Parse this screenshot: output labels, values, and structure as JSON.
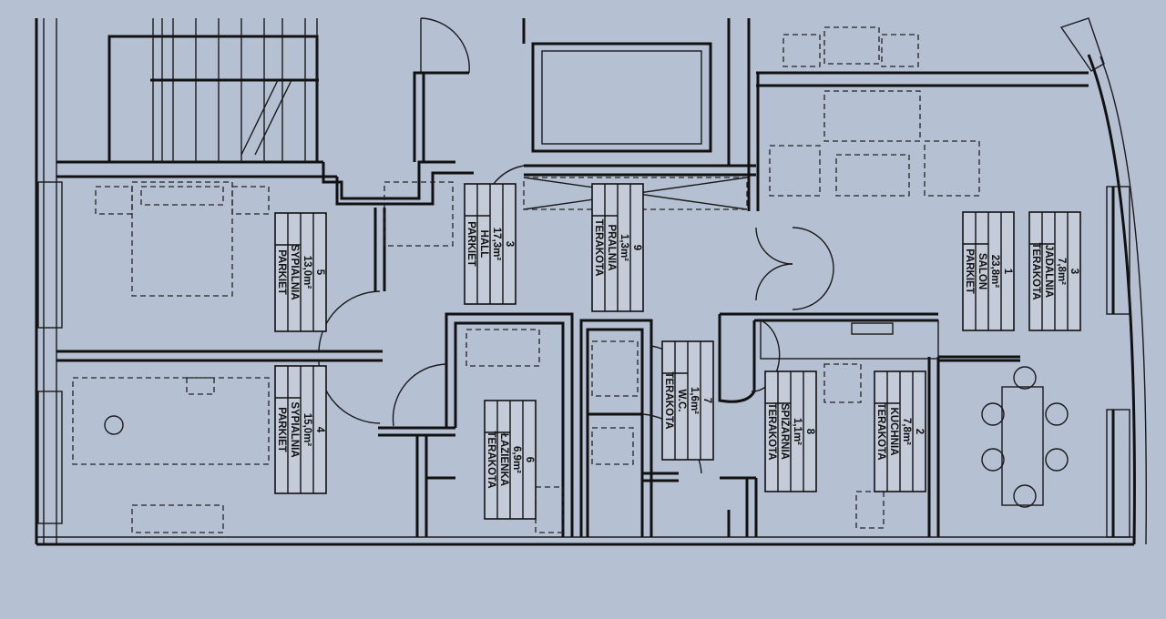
{
  "rooms": [
    {
      "number": "5",
      "area": "13,0m²",
      "name": "SYPIALNIA",
      "floor": "PARKIET"
    },
    {
      "number": "4",
      "area": "15,0m²",
      "name": "SYPIALNIA",
      "floor": "PARKIET"
    },
    {
      "number": "3",
      "area": "17,3m²",
      "name": "HALL",
      "floor": "PARKIET"
    },
    {
      "number": "9",
      "area": "1,3m²",
      "name": "PRALNIA",
      "floor": "TERAKOTA"
    },
    {
      "number": "6",
      "area": "6,9m²",
      "name": "ŁAZIENKA",
      "floor": "TERAKOTA"
    },
    {
      "number": "7",
      "area": "1,6m²",
      "name": "W.C.",
      "floor": "TERAKOTA"
    },
    {
      "number": "8",
      "area": "1,1m²",
      "name": "SPIŻARNIA",
      "floor": "TERAKOTA"
    },
    {
      "number": "2",
      "area": "7,8m²",
      "name": "KUCHNIA",
      "floor": "TERAKOTA"
    },
    {
      "number": "1",
      "area": "23,8m²",
      "name": "SALON",
      "floor": "PARKIET"
    },
    {
      "number": "3",
      "area": "7,8m²",
      "name": "JADALNIA",
      "floor": "TERAKOTA"
    }
  ]
}
